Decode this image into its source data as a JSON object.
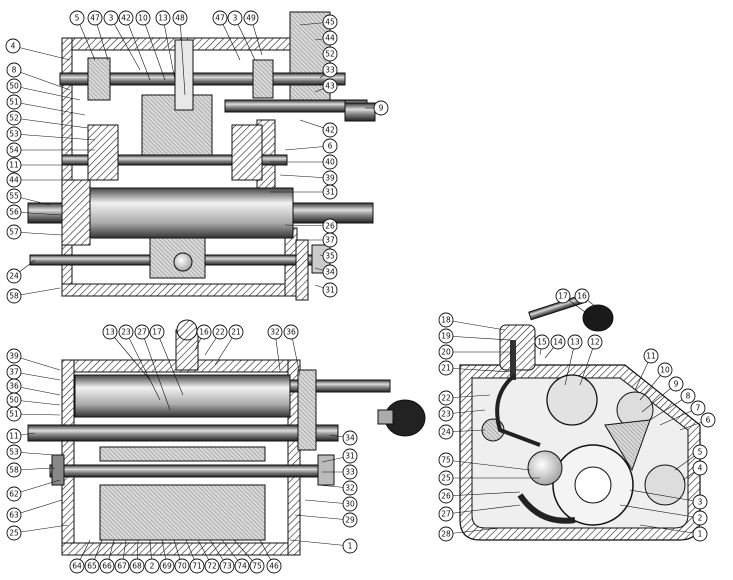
{
  "views": {
    "top_section": {
      "callouts": [
        "4",
        "8",
        "50",
        "51",
        "52",
        "53",
        "54",
        "11",
        "44",
        "55",
        "56",
        "57",
        "24",
        "58",
        "5",
        "47",
        "3",
        "42",
        "10",
        "13",
        "48",
        "47",
        "3",
        "49",
        "45",
        "44",
        "52",
        "33",
        "43",
        "9",
        "42",
        "6",
        "40",
        "39",
        "31",
        "26",
        "37",
        "35",
        "34",
        "31"
      ]
    },
    "bottom_section": {
      "callouts_top": [
        "13",
        "23",
        "27",
        "17",
        "16",
        "22",
        "21",
        "32",
        "36"
      ],
      "callouts_left": [
        "39",
        "37",
        "36",
        "50",
        "51",
        "11",
        "53",
        "58",
        "62",
        "63",
        "25"
      ],
      "callouts_right": [
        "34",
        "31",
        "33",
        "32",
        "30",
        "29",
        "1"
      ],
      "callouts_bottom": [
        "64",
        "65",
        "66",
        "67",
        "68",
        "2",
        "69",
        "70",
        "71",
        "72",
        "73",
        "74",
        "75",
        "46"
      ]
    },
    "side_section": {
      "callouts_left": [
        "18",
        "19",
        "20",
        "21",
        "22",
        "23",
        "24",
        "75",
        "25",
        "26",
        "27",
        "28"
      ],
      "callouts_top": [
        "17",
        "16",
        "15",
        "14",
        "13",
        "12",
        "11",
        "10",
        "9",
        "8",
        "7",
        "6"
      ],
      "callouts_right": [
        "5",
        "4",
        "3",
        "2",
        "1"
      ]
    }
  }
}
